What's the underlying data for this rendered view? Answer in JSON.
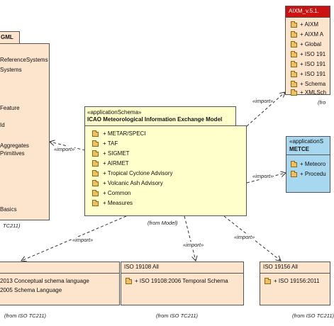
{
  "packages": {
    "gml": {
      "name": "GML",
      "items": [
        "ReferenceSystems",
        "Systems",
        "",
        "",
        "Feature",
        "Id",
        "",
        "Aggregates",
        "Primitives",
        "",
        "",
        "",
        "",
        "",
        "Basics"
      ],
      "from": "TC211)"
    },
    "aixm": {
      "name": "AIXM_v.5.1.",
      "items": [
        "+ AIXM",
        "+ AIXM A",
        "+ Global",
        "+ ISO 191",
        "+ ISO 191",
        "+ ISO 191",
        "+ Schema",
        "+ XMLSch"
      ],
      "from": "(fro"
    },
    "iwxxm": {
      "stereotype": "«applicationSchema»",
      "name": "ICAO Meteorological Information Exchange Model",
      "items": [
        "+ METAR/SPECI",
        "+ TAF",
        "+ SIGMET",
        "+ AIRMET",
        "+ Tropical Cyclone Advisory",
        "+ Volcanic Ash Advisory",
        "+ Common",
        "+ Measures"
      ],
      "from": "(from Model)"
    },
    "metce": {
      "stereotype": "«applicationS",
      "name": "METCE",
      "items": [
        "+ Meteoro",
        "+ Procedu"
      ]
    },
    "iso19103": {
      "items": [
        "2013 Conceptual schema language",
        "2005 Schema Language"
      ],
      "from": "(from ISO TC211)"
    },
    "iso19108": {
      "name": "ISO 19108 All",
      "items": [
        "+ ISO 19108:2006 Temporal Schema"
      ],
      "from": "(from ISO TC211)"
    },
    "iso19156": {
      "name": "ISO 19156 All",
      "items": [
        "+ ISO 19156:2011"
      ],
      "from": "(from ISO TC211)"
    }
  },
  "dependencies": {
    "import_label": "«import»"
  }
}
